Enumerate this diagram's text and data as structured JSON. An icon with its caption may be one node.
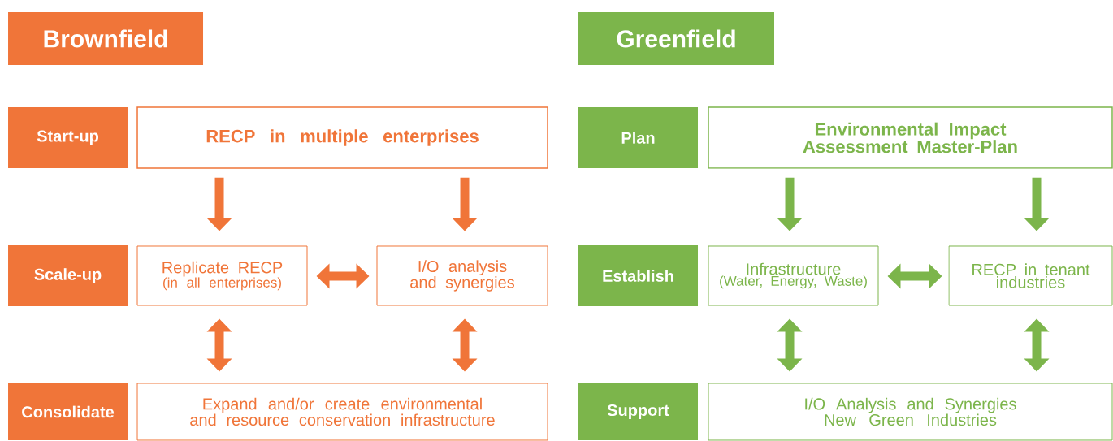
{
  "diagram": {
    "nodes": [
      {
        "text": [
          "Brownfield"
        ]
      },
      {
        "text": [
          "Start-up"
        ]
      },
      {
        "text": [
          "RECP in multiple enterprises"
        ]
      },
      {
        "text": [
          "Scale-up"
        ]
      },
      {
        "text": [
          "Replicate RECP",
          "(in all enterprises)"
        ]
      },
      {
        "text": [
          "I/O analysis and synergies"
        ]
      },
      {
        "text": [
          "Consolidate"
        ]
      },
      {
        "text": [
          "Expand and/or create environmental and resource conservation infrastructure"
        ]
      },
      {
        "text": [
          "Greenfield"
        ]
      },
      {
        "text": [
          "Plan"
        ]
      },
      {
        "text": [
          "Environmental Impact Assessment Master-Plan"
        ]
      },
      {
        "text": [
          "Establish"
        ]
      },
      {
        "text": [
          "Infrastructure",
          "(Water, Energy, Waste)"
        ]
      },
      {
        "text": [
          "RECP in tenant industries"
        ]
      },
      {
        "text": [
          "Support"
        ]
      },
      {
        "text": [
          "I/O Analysis and Synergies New Green Industries"
        ]
      }
    ],
    "edges": [
      {
        "from": 2,
        "to": 4,
        "arrow": "to",
        "color": "#f07539"
      },
      {
        "from": 2,
        "to": 5,
        "arrow": "to",
        "color": "#f07539"
      },
      {
        "from": 4,
        "to": 5,
        "arrow": "both",
        "color": "#f07539"
      },
      {
        "from": 4,
        "to": 7,
        "arrow": "both",
        "color": "#f07539"
      },
      {
        "from": 5,
        "to": 7,
        "arrow": "both",
        "color": "#f07539"
      },
      {
        "from": 10,
        "to": 12,
        "arrow": "to",
        "color": "#7cb54b"
      },
      {
        "from": 10,
        "to": 13,
        "arrow": "to",
        "color": "#7cb54b"
      },
      {
        "from": 12,
        "to": 13,
        "arrow": "both",
        "color": "#7cb54b"
      },
      {
        "from": 12,
        "to": 15,
        "arrow": "both",
        "color": "#7cb54b"
      },
      {
        "from": 13,
        "to": 15,
        "arrow": "both",
        "color": "#7cb54b"
      }
    ]
  }
}
